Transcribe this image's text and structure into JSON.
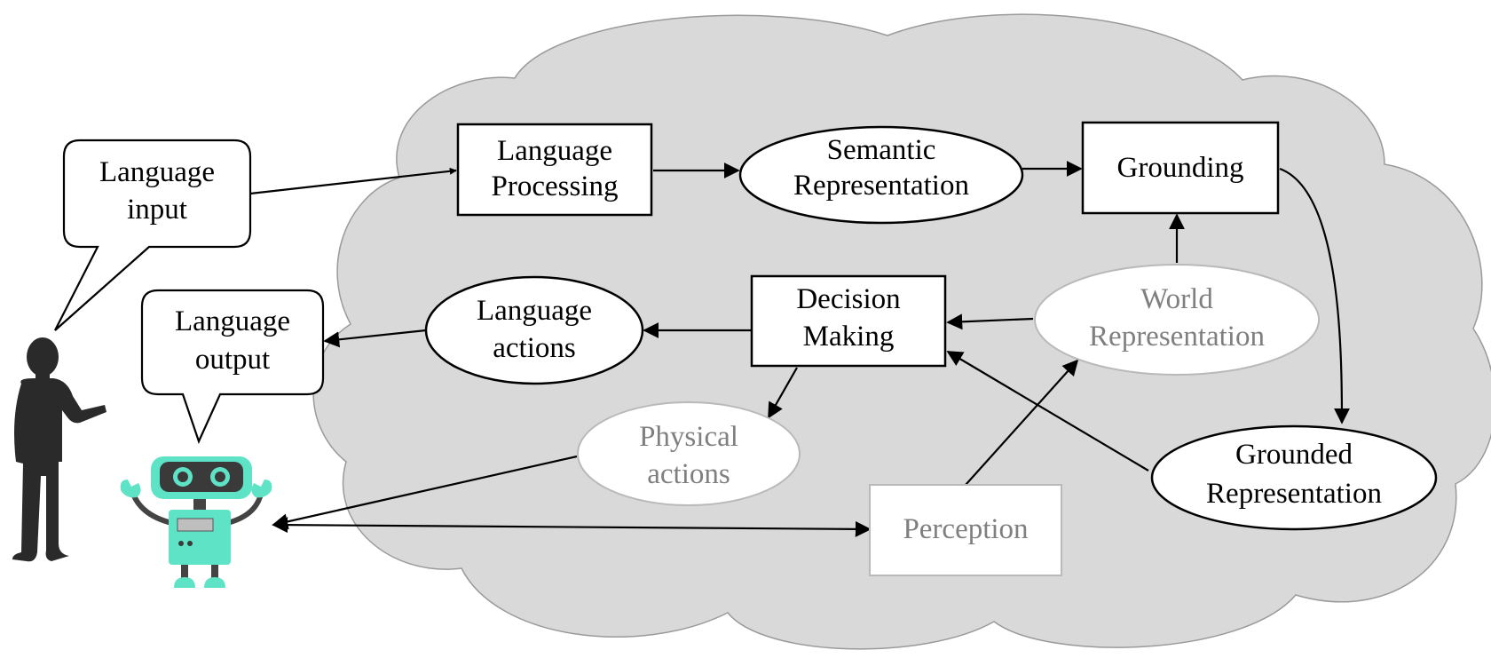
{
  "nodes": {
    "language_input": [
      "Language",
      "input"
    ],
    "language_output": [
      "Language",
      "output"
    ],
    "language_processing": [
      "Language",
      "Processing"
    ],
    "semantic_representation": [
      "Semantic",
      "Representation"
    ],
    "grounding": "Grounding",
    "language_actions": [
      "Language",
      "actions"
    ],
    "decision_making": [
      "Decision",
      "Making"
    ],
    "world_representation": [
      "World",
      "Representation"
    ],
    "physical_actions": [
      "Physical",
      "actions"
    ],
    "grounded_representation": [
      "Grounded",
      "Representation"
    ],
    "perception": "Perception"
  },
  "colors": {
    "cloud_fill": "#d9d9d9",
    "cloud_stroke": "#9a9a9a",
    "muted_text": "#7f7f7f",
    "robot": "#5fe3c6"
  },
  "icons": [
    "person-silhouette-icon",
    "robot-icon"
  ]
}
